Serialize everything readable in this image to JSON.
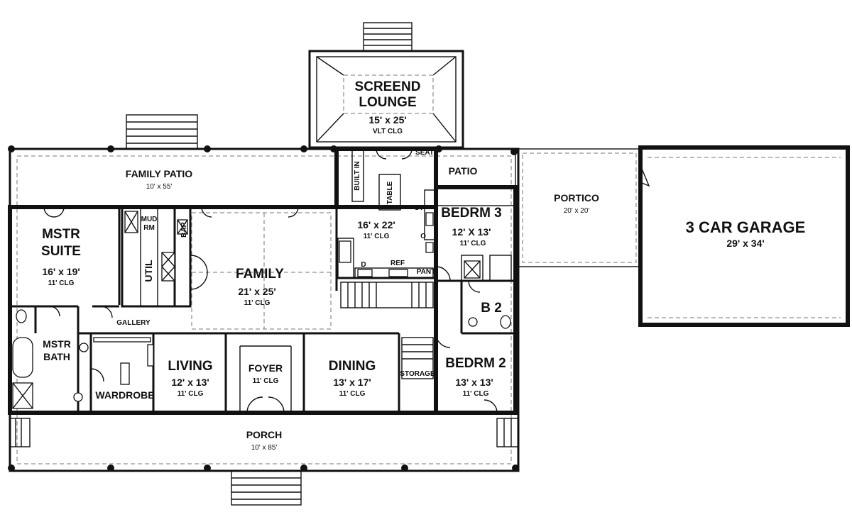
{
  "rooms": {
    "screened_lounge": {
      "name_1": "SCREEND",
      "name_2": "LOUNGE",
      "dim": "15' x 25'",
      "clg": "VLT CLG"
    },
    "family_patio": {
      "name": "FAMILY PATIO",
      "dim": "10' x 55'"
    },
    "kitchen": {
      "dim": "16' x 22'",
      "clg": "11' CLG"
    },
    "patio": {
      "name": "PATIO"
    },
    "bedrm3": {
      "name": "BEDRM 3",
      "dim": "12' X 13'",
      "clg": "11' CLG"
    },
    "portico": {
      "name": "PORTICO",
      "dim": "20' x 20'"
    },
    "garage": {
      "name": "3 CAR GARAGE",
      "dim": "29' x 34'"
    },
    "mstr_suite": {
      "name_1": "MSTR",
      "name_2": "SUITE",
      "dim": "16' x 19'",
      "clg": "11' CLG"
    },
    "family": {
      "name": "FAMILY",
      "dim": "21' x 25'",
      "clg": "11' CLG"
    },
    "mstr_bath": {
      "name_1": "MSTR",
      "name_2": "BATH"
    },
    "gallery": {
      "name": "GALLERY"
    },
    "wardrobe": {
      "name": "WARDROBE"
    },
    "living": {
      "name": "LIVING",
      "dim": "12' x 13'",
      "clg": "11' CLG"
    },
    "foyer": {
      "name": "FOYER",
      "clg": "11' CLG"
    },
    "dining": {
      "name": "DINING",
      "dim": "13' x 17'",
      "clg": "11' CLG"
    },
    "storage": {
      "name": "STORAGE"
    },
    "bedrm2": {
      "name": "BEDRM 2",
      "dim": "13' x 13'",
      "clg": "11' CLG"
    },
    "bath2": {
      "name": "B 2"
    },
    "porch": {
      "name": "PORCH",
      "dim": "10' x 85'"
    }
  },
  "fixtures": {
    "mud_rm_1": "MUD",
    "mud_rm_2": "RM",
    "bar": "BAR",
    "util": "UTIL",
    "built_in": "BUILT IN",
    "table": "TABLE",
    "seat": "SEAT",
    "ct": "CT",
    "o": "O",
    "d": "D",
    "ref": "REF",
    "pant": "PANT"
  }
}
